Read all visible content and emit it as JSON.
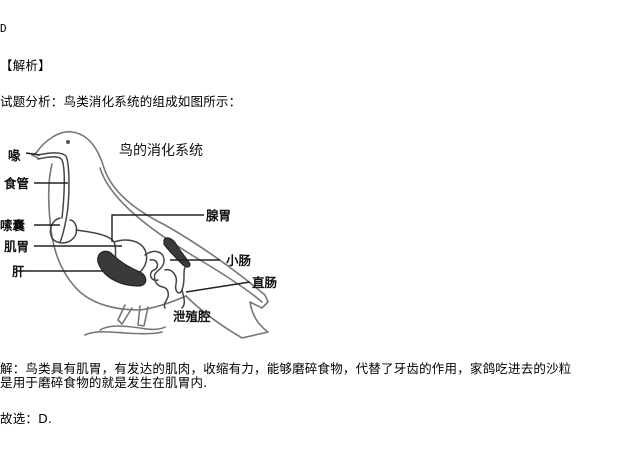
{
  "answer": {
    "letter": "D"
  },
  "analysis": {
    "heading": "【解析】",
    "intro": "试题分析：鸟类消化系统的组成如图所示："
  },
  "diagram": {
    "title": "鸟的消化系统",
    "labels": {
      "beak": "喙",
      "esophagus": "食管",
      "crop": "嗉囊",
      "gizzard": "肌胃",
      "liver": "肝",
      "proventriculus": "腺胃",
      "small_intestine": "小肠",
      "rectum": "直肠",
      "cloaca": "泄殖腔"
    },
    "colors": {
      "outline": "#777777",
      "organ": "#333333",
      "leader": "#222222"
    }
  },
  "explanation": {
    "line1": "解：鸟类具有肌胃，有发达的肌肉，收缩有力，能够磨碎食物，代替了牙齿的作用，家鸽吃进去的沙粒",
    "line2": "是用于磨碎食物的就是发生在肌胃内."
  },
  "conclusion": {
    "text": "故选：D."
  }
}
